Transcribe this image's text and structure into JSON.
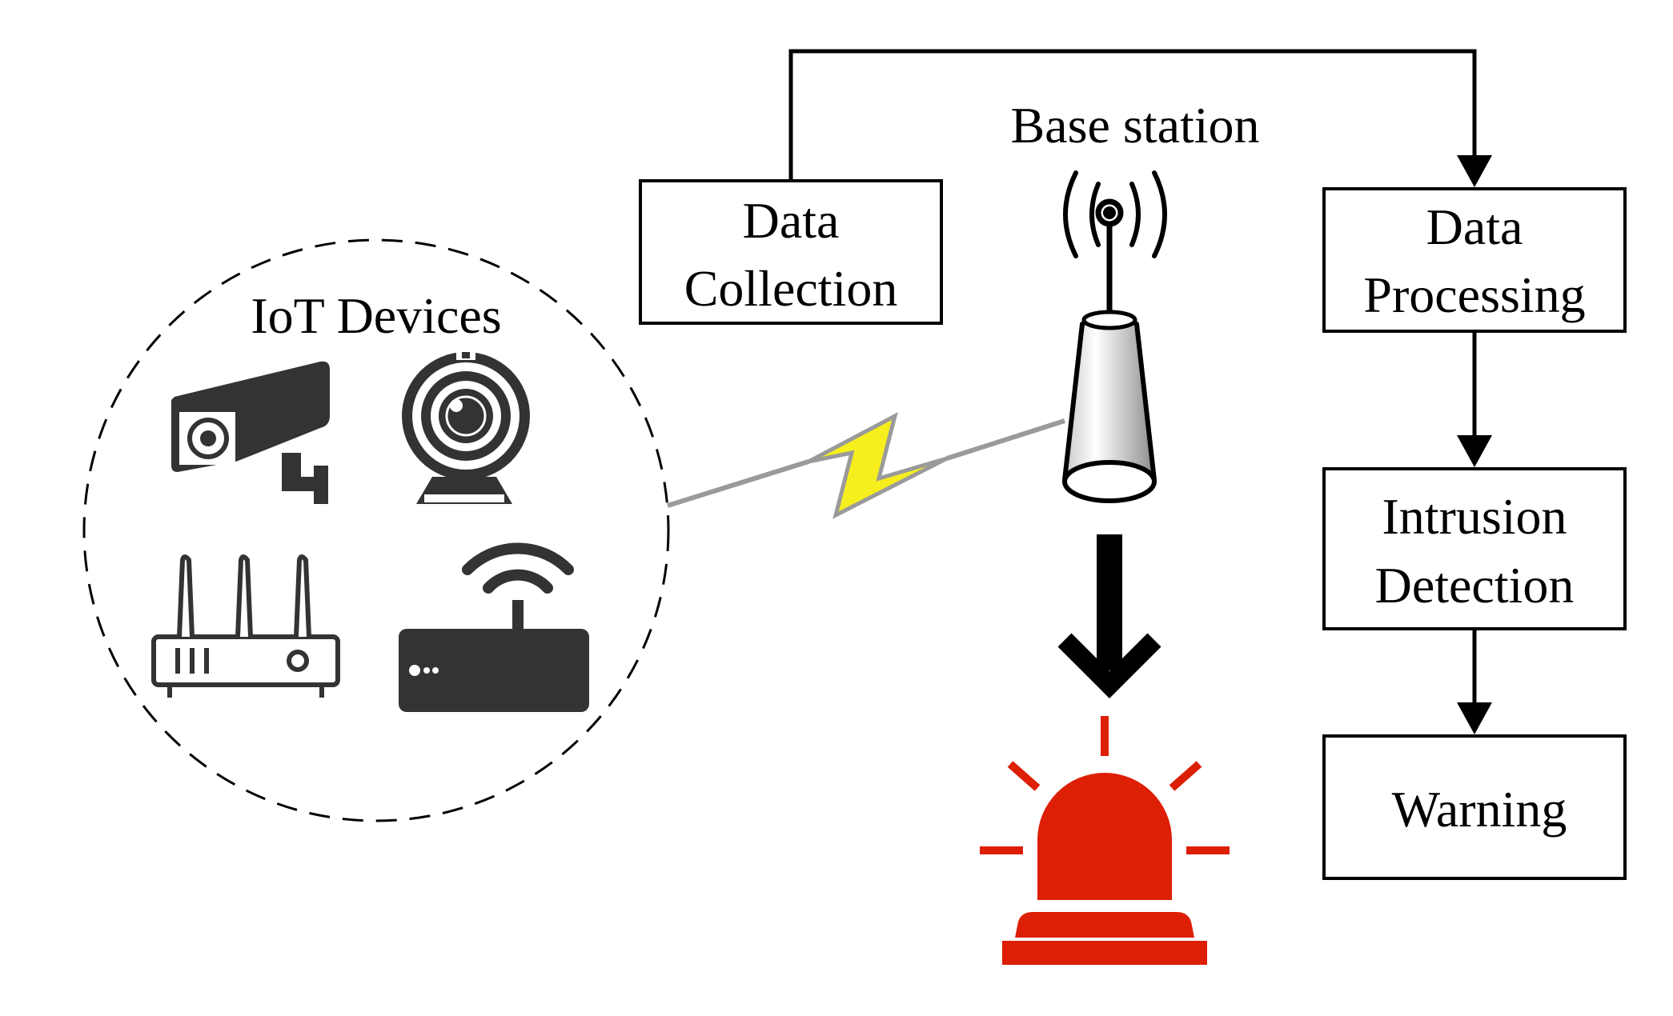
{
  "iot_group": {
    "title": "IoT Devices"
  },
  "base_station": {
    "label": "Base station"
  },
  "steps": {
    "collection": {
      "line1": "Data",
      "line2": "Collection"
    },
    "processing": {
      "line1": "Data",
      "line2": "Processing"
    },
    "detection": {
      "line1": "Intrusion",
      "line2": "Detection"
    },
    "warning": {
      "label": "Warning"
    }
  },
  "icons": {
    "cctv": "cctv-camera-icon",
    "webcam": "webcam-icon",
    "router": "router-icon",
    "modem": "wifi-modem-icon",
    "antenna": "base-station-antenna-icon",
    "signal": "wireless-signal-icon",
    "alarm": "alarm-siren-icon"
  },
  "colors": {
    "line": "#000000",
    "icon_dark": "#333333",
    "lightning": "#f7ee1e",
    "alarm_red": "#dd1f05"
  }
}
